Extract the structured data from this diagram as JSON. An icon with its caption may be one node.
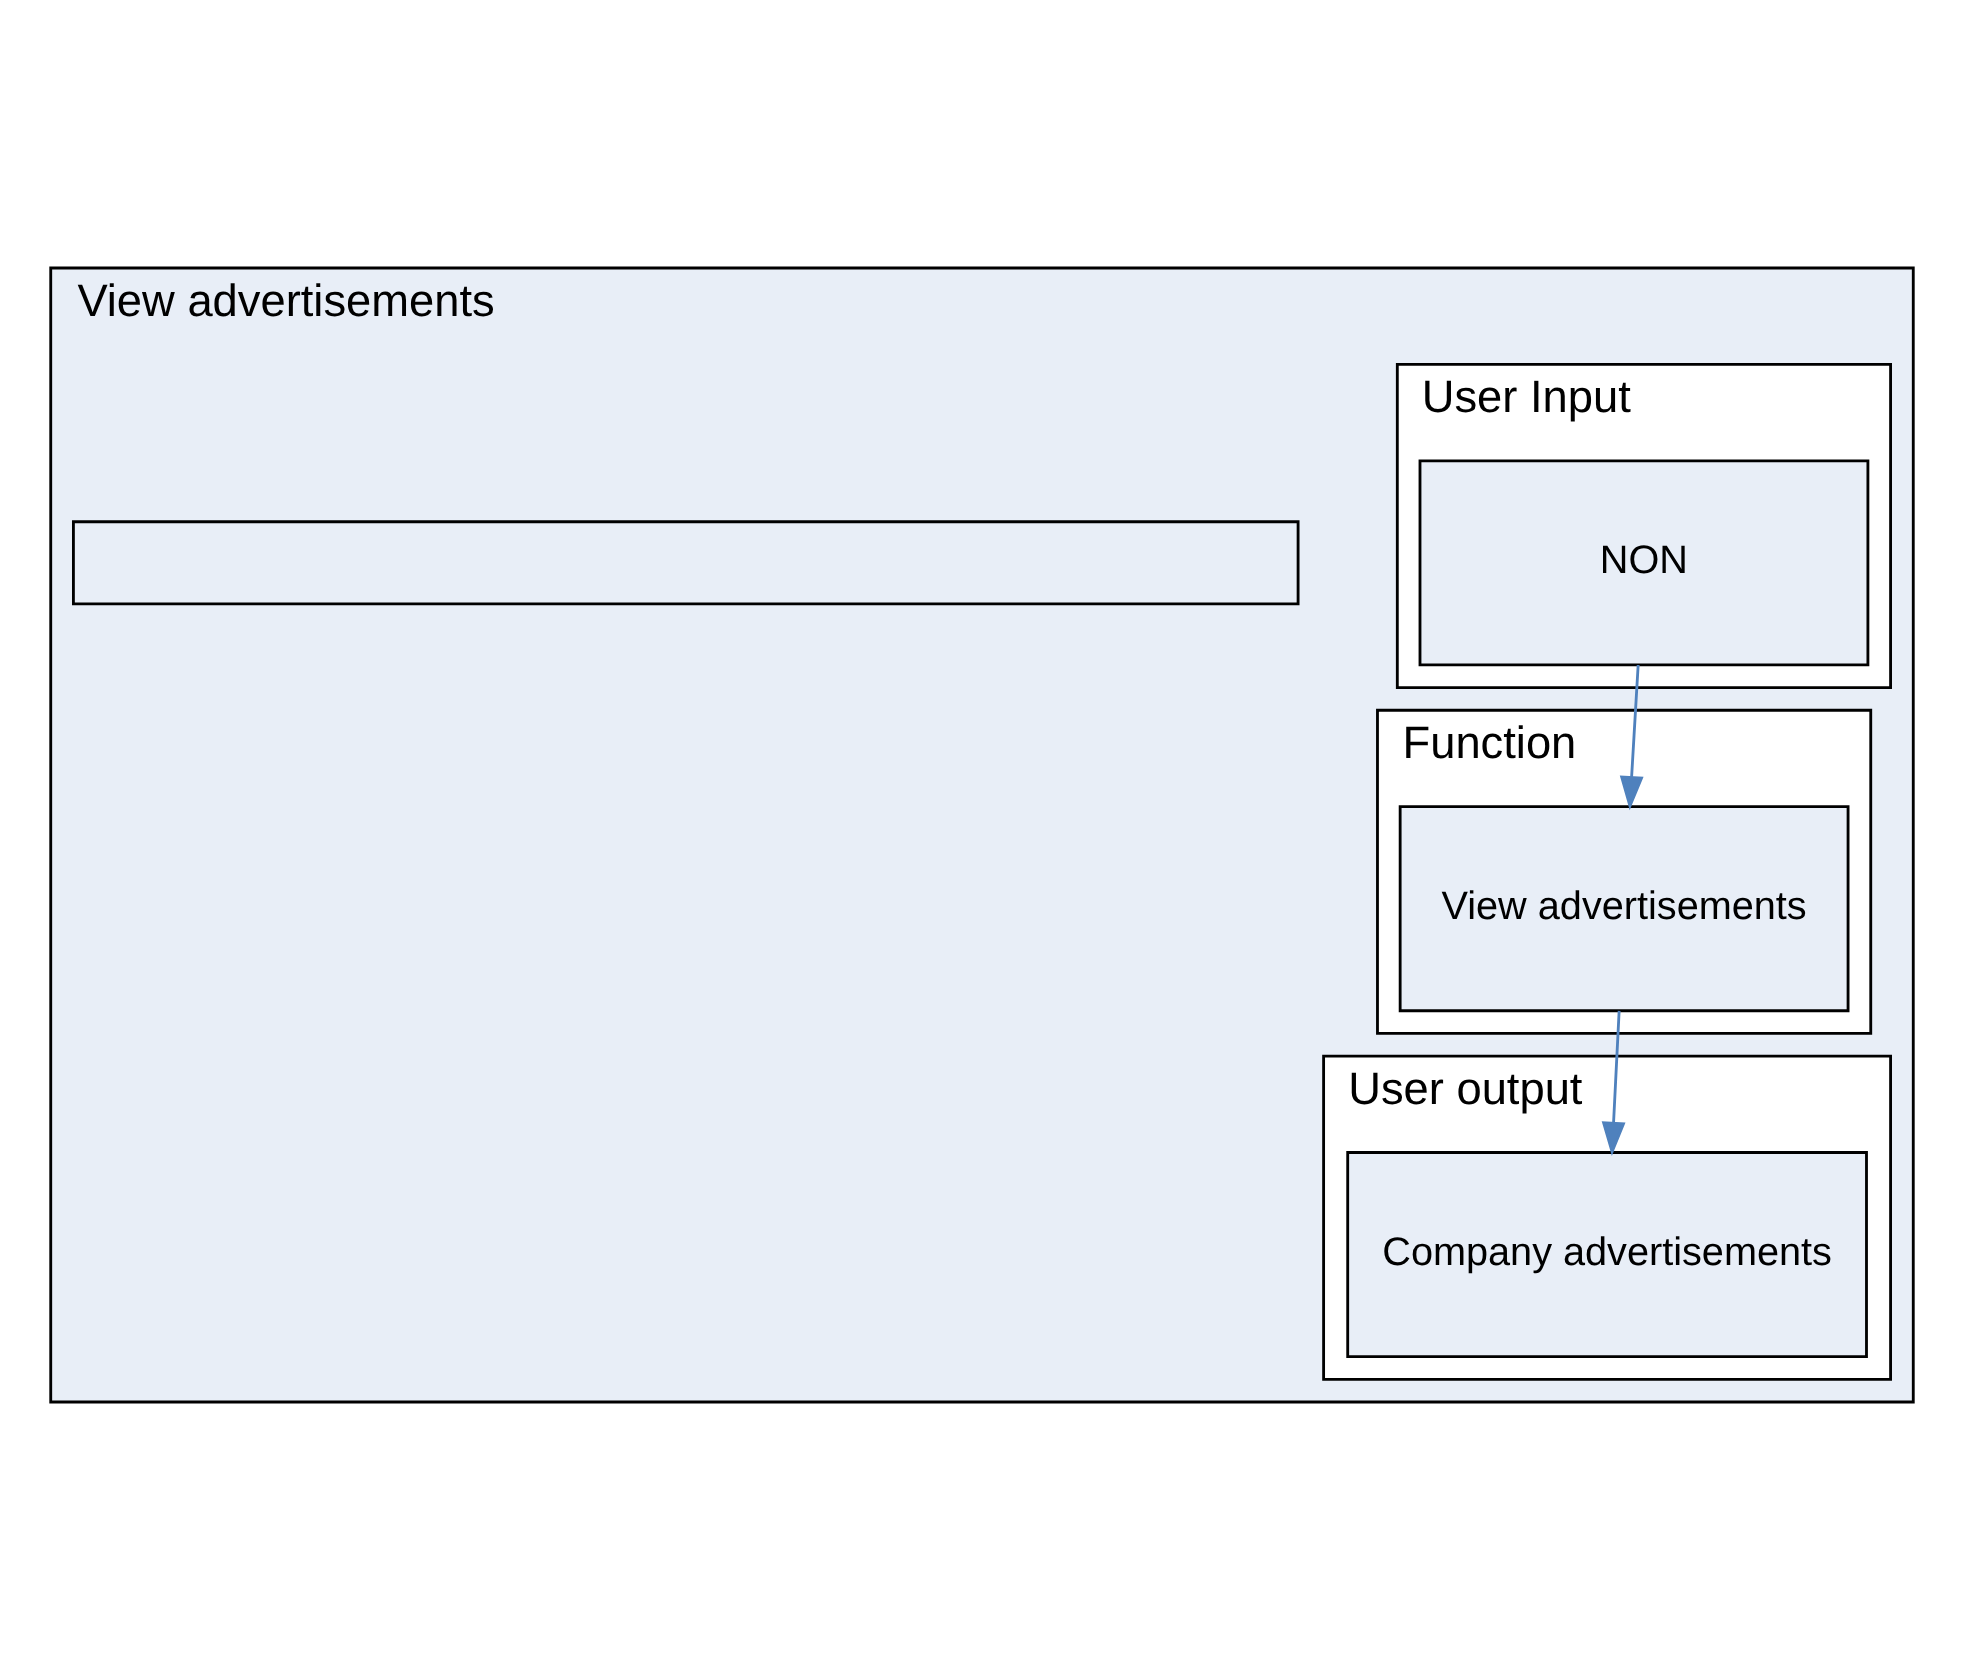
{
  "diagram": {
    "nodes": [
      {
        "text": [
          "View advertisements"
        ]
      },
      {
        "text": [],
        "shape": "bar",
        "in": 0
      },
      {
        "text": [
          "User Input"
        ],
        "in": 0
      },
      {
        "text": [
          "NON"
        ],
        "in": 2
      },
      {
        "text": [
          "Function"
        ],
        "in": 0
      },
      {
        "text": [
          "View advertisements"
        ],
        "in": 4
      },
      {
        "text": [
          "User output"
        ],
        "in": 0
      },
      {
        "text": [
          "Company advertisements"
        ],
        "in": 6
      }
    ],
    "edges": [
      {
        "from": 3,
        "to": 5,
        "arrow": "to"
      },
      {
        "from": 5,
        "to": 7,
        "arrow": "to"
      }
    ]
  }
}
